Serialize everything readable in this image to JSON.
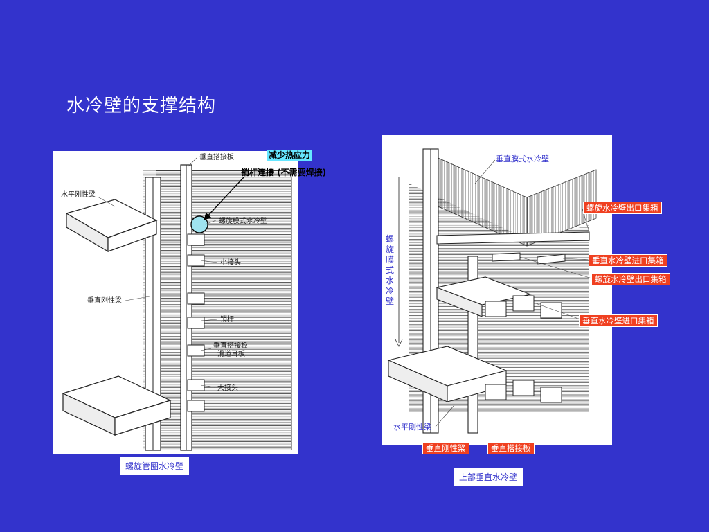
{
  "slide": {
    "title": "水冷壁的支撑结构"
  },
  "left_figure": {
    "labels": {
      "vertical_plate": "垂直搭接板",
      "horizontal_beam": "水平刚性梁",
      "spiral_wall": "螺旋膜式水冷壁",
      "small_joint": "小接头",
      "vertical_beam": "垂直刚性梁",
      "pin": "销杆",
      "plate_slide_1": "垂直搭接板",
      "plate_slide_2": "滑道耳板",
      "large_joint": "大接头"
    },
    "callout_stress": "减少热应力",
    "callout_pin": "销杆连接 (不需要焊接)",
    "caption": "螺旋管圈水冷壁"
  },
  "right_figure": {
    "label_top": "垂直膜式水冷壁",
    "vertical_side_label": "螺旋膜式水冷壁",
    "red_labels": [
      "螺旋水冷壁出口集箱",
      "垂直水冷壁进口集箱",
      "螺旋水冷壁出口集箱",
      "垂直水冷壁进口集箱"
    ],
    "label_horizontal_beam": "水平刚性梁",
    "bottom_red_labels": [
      "垂直刚性梁",
      "垂直搭接板"
    ],
    "caption": "上部垂直水冷壁"
  }
}
